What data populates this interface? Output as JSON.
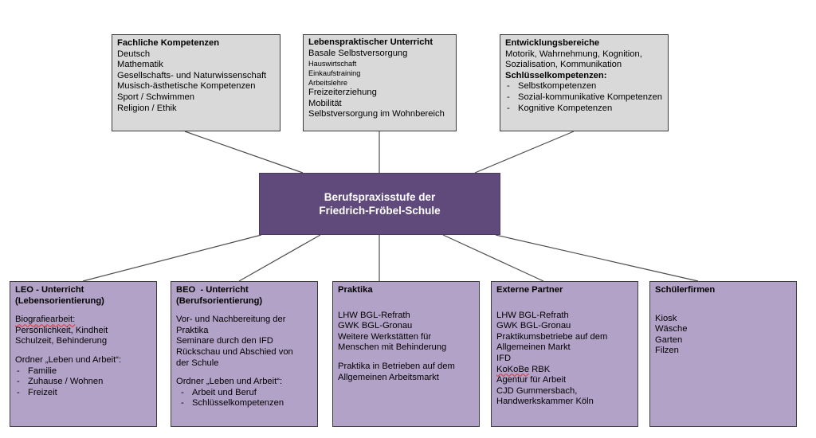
{
  "center": {
    "line1": "Berufspraxisstufe der",
    "line2": "Friedrich-Fröbel-Schule"
  },
  "fachlich": {
    "title": "Fachliche Kompetenzen",
    "items": [
      "Deutsch",
      "Mathematik",
      "Gesellschafts- und Naturwissenschaft",
      "Musisch-ästhetische Kompetenzen",
      "Sport / Schwimmen",
      "Religion / Ethik"
    ]
  },
  "lebensprak": {
    "title": "Lebenspraktischer Unterricht",
    "item1": "Basale Selbstversorgung",
    "small1": "Hauswirtschaft",
    "small2": "Einkaufstraining",
    "small3": "Arbeitslehre",
    "item2": "Freizeiterziehung",
    "item3": "Mobilität",
    "item4": "Selbstversorgung im Wohnbereich"
  },
  "entwicklung": {
    "title": "Entwicklungsbereiche",
    "line1": "Motorik, Wahrnehmung, Kognition,",
    "line2": "Sozialisation, Kommunikation",
    "subtitle": "Schlüsselkompetenzen:",
    "items": [
      "Selbstkompetenzen",
      "Sozial-kommunikative Kompetenzen",
      "Kognitive Kompetenzen"
    ]
  },
  "leo": {
    "title1": "LEO - Unterricht",
    "title2": "(Lebensorientierung)",
    "bio_label": "Biografiearbeit:",
    "bio1": "Persönlichkeit, Kindheit",
    "bio2": "Schulzeit, Behinderung",
    "ordner": "Ordner „Leben und Arbeit“:",
    "items": [
      "Familie",
      "Zuhause / Wohnen",
      "Freizeit"
    ]
  },
  "beo": {
    "title1": "BEO  - Unterricht",
    "title2": "(Berufsorientierung)",
    "text": [
      "Vor- und Nachbereitung der",
      "Praktika",
      "Seminare durch den IFD",
      "Rückschau und Abschied von",
      "der Schule"
    ],
    "ordner": "Ordner „Leben und Arbeit“:",
    "items": [
      "Arbeit und Beruf",
      "Schlüsselkompetenzen"
    ]
  },
  "praktika": {
    "title": "Praktika",
    "items": [
      "LHW BGL-Refrath",
      "GWK BGL-Gronau",
      "Weitere Werkstätten für",
      "Menschen mit Behinderung"
    ],
    "extra1": "Praktika in Betrieben auf dem",
    "extra2": "Allgemeinen Arbeitsmarkt"
  },
  "extern": {
    "title": "Externe Partner",
    "items": [
      "LHW BGL-Refrath",
      "GWK BGL-Gronau",
      "Praktikumsbetriebe auf dem",
      "Allgemeinen Markt",
      "IFD"
    ],
    "kokobe_a": "KoKoBe",
    "kokobe_b": " RBK",
    "items2": [
      "Agentur für Arbeit",
      "CJD Gummersbach,",
      "Handwerkskammer Köln"
    ]
  },
  "firmen": {
    "title": "Schülerfirmen",
    "items": [
      "Kiosk",
      "Wäsche",
      "Garten",
      "Filzen"
    ]
  }
}
